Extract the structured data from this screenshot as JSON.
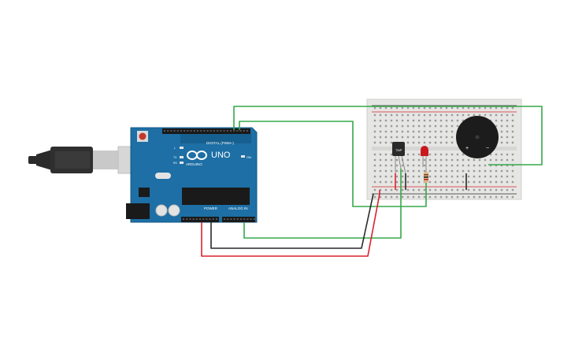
{
  "arduino": {
    "digital_label": "DIGITAL (PWM~)",
    "brand": "UNO",
    "brand_logo_text": "ARDUINO",
    "power_label": "POWER",
    "analog_label": "ANALOG IN",
    "on_label": "ON",
    "tx_label": "TX",
    "rx_label": "RX",
    "l_label": "L"
  },
  "components": {
    "temp_sensor_label": "TMP"
  },
  "buzzer": {
    "plus": "+",
    "minus": "−"
  },
  "colors": {
    "board_blue": "#1d6fa5",
    "breadboard": "#e6e6e4",
    "wire_green": "#35a84a",
    "wire_red": "#d8232a",
    "wire_black": "#2a2a2a",
    "led_red": "#c8191f"
  }
}
